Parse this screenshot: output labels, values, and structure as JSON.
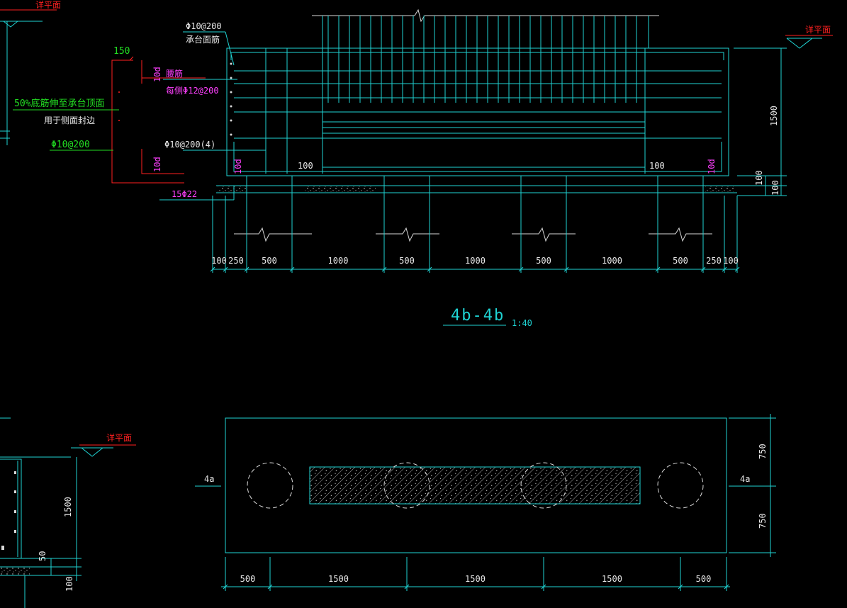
{
  "colors": {
    "background": "#000000",
    "cyan": "#1fd3d3",
    "white": "#e8e8e8",
    "green": "#22dd22",
    "magenta": "#ff40ff",
    "red": "#ff2020"
  },
  "section": {
    "title": "4b-4b",
    "scale": "1:40",
    "ground_level_label": "详平面",
    "top_rebar_label": "Φ10@200",
    "top_rebar_note": "承台面筋",
    "side_rebar_label": "腰筋",
    "side_rebar_spec": "每侧Φ12@200",
    "stirrup_label": "Φ10@200(4)",
    "bottom_rebar_label": "15Φ22",
    "hook_left_top": "10d",
    "hook_left_bottom": "10d",
    "anchor_left": "10d",
    "anchor_right": "10d",
    "cover_left": "100",
    "cover_right": "100",
    "height_dim": "1500",
    "pad_dim_upper": "100",
    "pad_dim_lower": "100",
    "bottom_dims": [
      "100",
      "250",
      "500",
      "1000",
      "500",
      "1000",
      "500",
      "1000",
      "500",
      "250",
      "100"
    ]
  },
  "detail": {
    "dim_150": "150",
    "note_line1": "50%底筋伸至承台顶面",
    "note_line2": "用于侧面封边",
    "rebar_label": "Φ10@200"
  },
  "plan": {
    "ground_level_label": "详平面",
    "cut_left": "4a",
    "cut_right": "4a",
    "right_dims": [
      "750",
      "750"
    ],
    "bottom_dims": [
      "500",
      "1500",
      "1500",
      "1500",
      "500"
    ],
    "left_height_dim": "1500",
    "left_dim_50": "50",
    "left_dim_100": "100"
  }
}
